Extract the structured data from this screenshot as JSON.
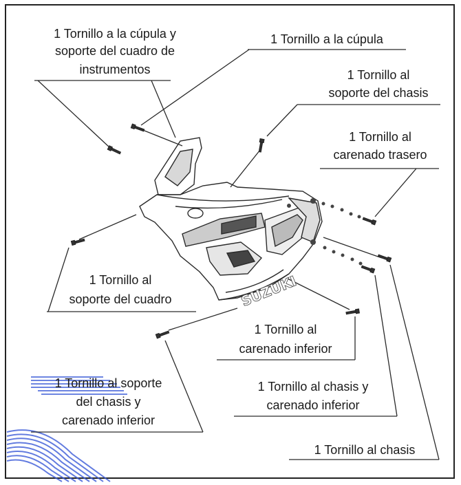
{
  "labels": {
    "cupula_cuadro_1": "1 Tornillo a la cúpula y",
    "cupula_cuadro_2": "soporte del cuadro de",
    "cupula_cuadro_3": "instrumentos",
    "cupula": "1 Tornillo a la cúpula",
    "soporte_chasis_1": "1 Tornillo al",
    "soporte_chasis_2": "soporte del chasis",
    "carenado_trasero_1": "1 Tornillo al",
    "carenado_trasero_2": "carenado trasero",
    "soporte_cuadro_1": "1 Tornillo al",
    "soporte_cuadro_2": "soporte del cuadro",
    "carenado_inferior_1": "1 Tornillo al",
    "carenado_inferior_2": "carenado inferior",
    "soporte_chasis_inf_1": "1 Tornillo al soporte",
    "soporte_chasis_inf_2": "del chasis y",
    "soporte_chasis_inf_3": "carenado inferior",
    "chasis_carenado_1": "1 Tornillo al chasis y",
    "chasis_carenado_2": "carenado inferior",
    "chasis": "1 Tornillo al chasis"
  },
  "brand_text": "SUZUKI",
  "colors": {
    "line": "#2a2a2a",
    "watermark": "#3b5bd8"
  }
}
